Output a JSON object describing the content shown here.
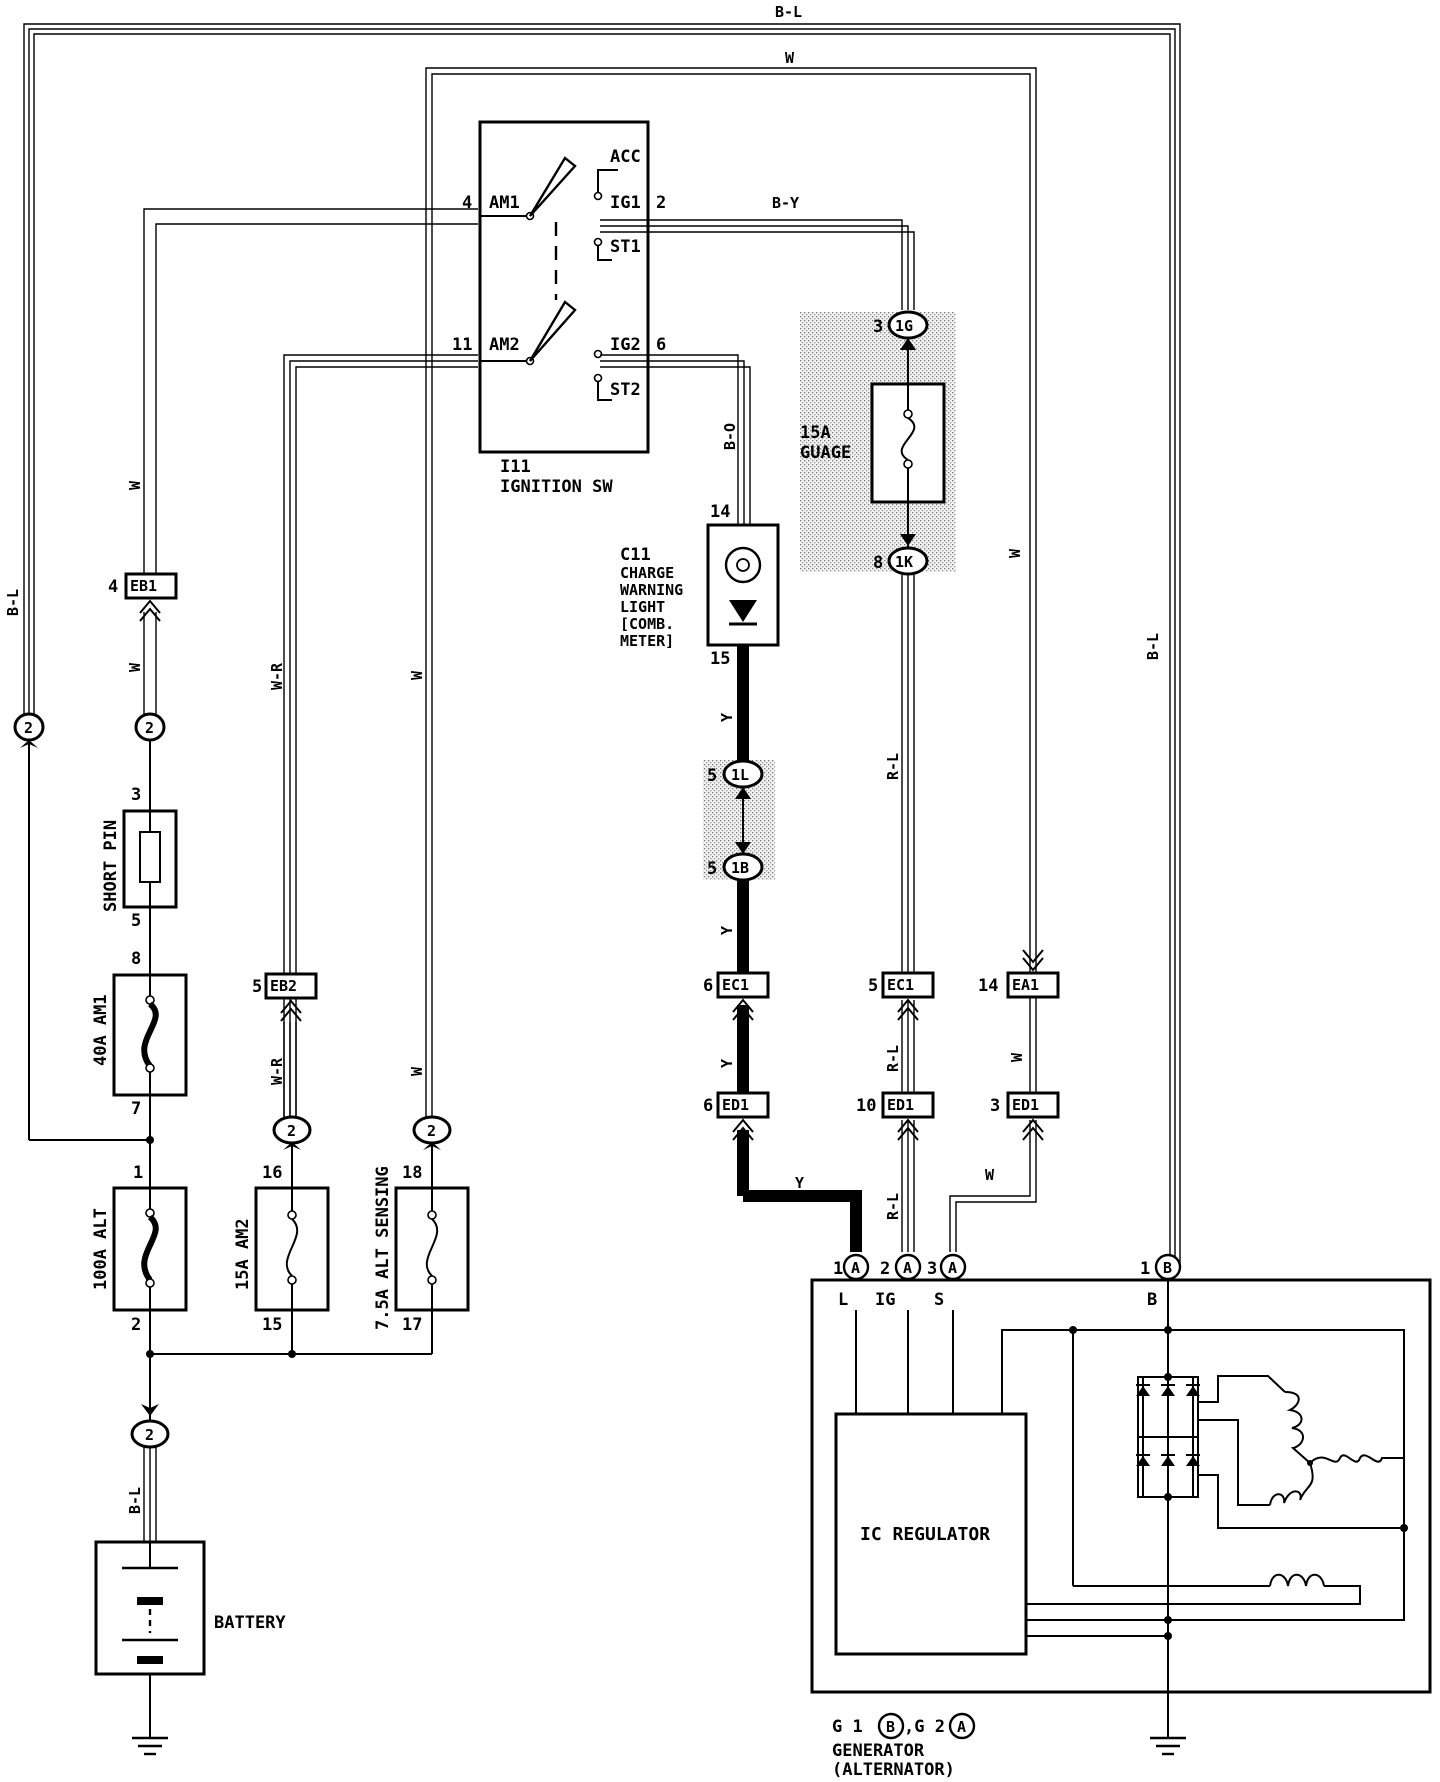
{
  "wire_colors": {
    "top_bl": "B-L",
    "top_w": "W",
    "left_bl": "B-L",
    "w_am1_upper": "W",
    "w_am1_lower": "W",
    "w_r_upper": "W-R",
    "w_r_lower": "W-R",
    "w_sense_upper": "W",
    "w_sense_lower": "W",
    "b_y": "B-Y",
    "b_o": "B-O",
    "y_1": "Y",
    "y_2": "Y",
    "y_3": "Y",
    "y_4": "Y",
    "r_l_1": "R-L",
    "r_l_2": "R-L",
    "r_l_3": "R-L",
    "w_right_1": "W",
    "w_right_2": "W",
    "w_right_3": "W",
    "right_bl": "B-L",
    "battery_bl": "B-L"
  },
  "ignition_switch": {
    "code": "I11",
    "name": "IGNITION SW",
    "terminals": {
      "acc": "ACC",
      "ig1": "IG1",
      "st1": "ST1",
      "am1": "AM1",
      "am2": "AM2",
      "ig2": "IG2",
      "st2": "ST2"
    },
    "pins": {
      "am1": "4",
      "ig1": "2",
      "am2": "11",
      "ig2": "6"
    }
  },
  "gauge_fuse": {
    "rating": "15A",
    "name": "GUAGE",
    "connector_top": "1G",
    "pin_top": "3",
    "connector_bottom": "1K",
    "pin_bottom": "8"
  },
  "charge_light": {
    "code": "C11",
    "lines": [
      "CHARGE",
      "WARNING",
      "LIGHT",
      "[COMB.",
      " METER]"
    ],
    "pin_top": "14",
    "pin_bottom": "15"
  },
  "y_junction": {
    "top": "1L",
    "bottom": "1B",
    "pin_top": "5",
    "pin_bottom": "5"
  },
  "connectors": {
    "eb1": {
      "label": "EB1",
      "pin": "4"
    },
    "eb2": {
      "label": "EB2",
      "pin": "5"
    },
    "ec1_y": {
      "label": "EC1",
      "pin": "6"
    },
    "ec1_rl": {
      "label": "EC1",
      "pin": "5"
    },
    "ea1": {
      "label": "EA1",
      "pin": "14"
    },
    "ed1_y": {
      "label": "ED1",
      "pin": "6"
    },
    "ed1_rl": {
      "label": "ED1",
      "pin": "10"
    },
    "ed1_w": {
      "label": "ED1",
      "pin": "3"
    }
  },
  "circle_2": "2",
  "fuses": {
    "short_pin": {
      "label": "SHORT PIN",
      "pin_top": "3",
      "pin_bottom": "5"
    },
    "am1": {
      "label": "40A AM1",
      "pin_top": "8",
      "pin_bottom": "7"
    },
    "alt": {
      "label": "100A ALT",
      "pin_top": "1",
      "pin_bottom": "2"
    },
    "am2": {
      "label": "15A AM2",
      "pin_top": "16",
      "pin_bottom": "15"
    },
    "alt_sensing": {
      "label": "7.5A ALT SENSING",
      "pin_top": "18",
      "pin_bottom": "17"
    }
  },
  "battery": {
    "label": "BATTERY"
  },
  "generator": {
    "terminals": [
      {
        "pin": "1",
        "conn": "A",
        "name": "L"
      },
      {
        "pin": "2",
        "conn": "A",
        "name": "IG"
      },
      {
        "pin": "3",
        "conn": "A",
        "name": "S"
      },
      {
        "pin": "1",
        "conn": "B",
        "name": "B"
      }
    ],
    "regulator": "IC REGULATOR",
    "codes": {
      "g1": "G 1",
      "b": "B",
      "sep": ",G 2",
      "a": "A"
    },
    "name_line1": "GENERATOR",
    "name_line2": "(ALTERNATOR)"
  }
}
